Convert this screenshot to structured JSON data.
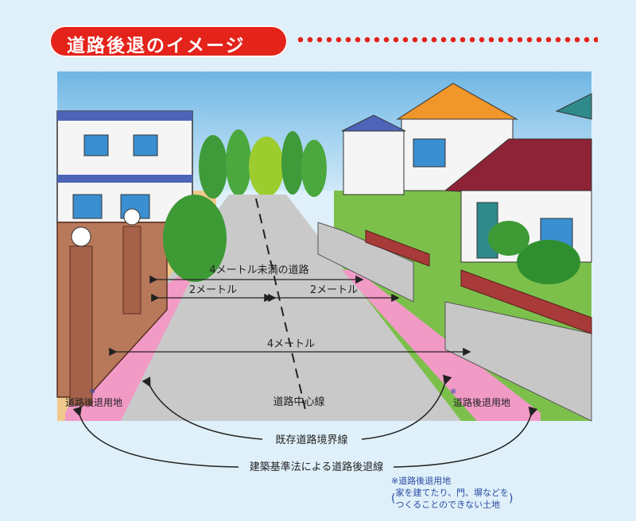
{
  "title": "道路後退のイメージ",
  "labels": {
    "road_under_4m": "4メートル未満の道路",
    "two_m_left": "2メートル",
    "two_m_right": "2メートル",
    "four_m": "4メートル",
    "center_line": "道路中心線",
    "setback_left": "道路後退用地",
    "setback_right": "道路後退用地",
    "asterisk": "※",
    "existing_boundary": "既存道路境界線",
    "setback_line": "建築基準法による道路後退線"
  },
  "note": {
    "heading": "※道路後退用地",
    "line1": "家を建てたり、門、塀などを",
    "line2": "つくることのできない土地"
  },
  "colors": {
    "title_red": "#e4231b",
    "setback_pink": "#f29ac6",
    "road_gray": "#c9c9c9",
    "sky": "#8fc8ea",
    "note_blue": "#2a4aa0"
  }
}
